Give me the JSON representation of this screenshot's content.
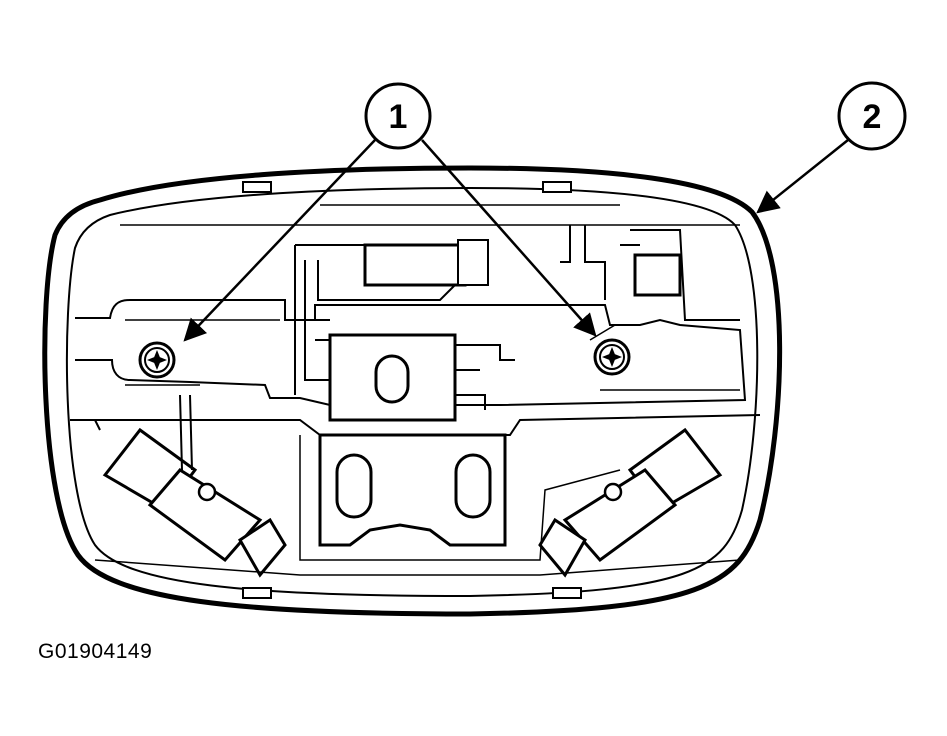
{
  "figure": {
    "id": "G01904149"
  },
  "callouts": [
    {
      "label": "1",
      "refers_to": "screws"
    },
    {
      "label": "2",
      "refers_to": "housing"
    }
  ]
}
